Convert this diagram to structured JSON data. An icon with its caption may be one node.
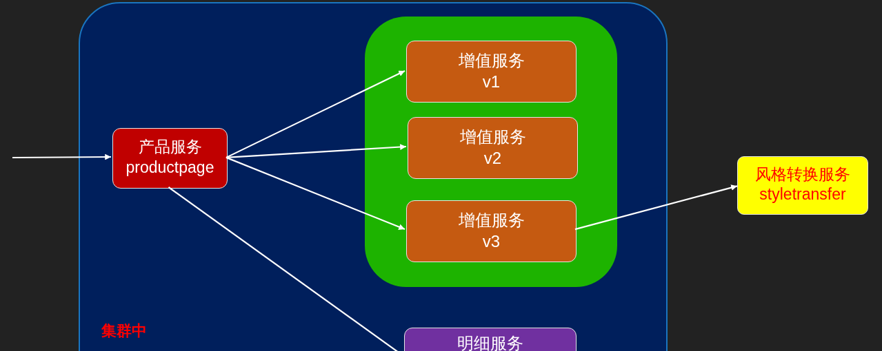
{
  "diagram": {
    "nodes": [
      {
        "text": [
          "集群中"
        ]
      },
      {
        "text": [
          "产品服务 productpage"
        ],
        "in": 0
      },
      {
        "text": [],
        "shape": "box",
        "in": 0
      },
      {
        "text": [
          "增值服务 v1"
        ],
        "in": 2
      },
      {
        "text": [
          "增值服务 v2"
        ],
        "in": 2
      },
      {
        "text": [
          "增值服务 v3"
        ],
        "in": 2
      },
      {
        "text": [
          "明细服务"
        ],
        "in": 0
      },
      {
        "text": [
          "风格转换服务 styletransfer"
        ]
      }
    ],
    "edges": [
      {
        "from": null,
        "to": 1,
        "arrow": "to"
      },
      {
        "from": 1,
        "to": 3,
        "arrow": "to"
      },
      {
        "from": 1,
        "to": 4,
        "arrow": "to"
      },
      {
        "from": 1,
        "to": 5,
        "arrow": "to"
      },
      {
        "from": 5,
        "to": 7,
        "arrow": "to"
      },
      {
        "from": 1,
        "to": 6,
        "arrow": "none"
      }
    ]
  }
}
